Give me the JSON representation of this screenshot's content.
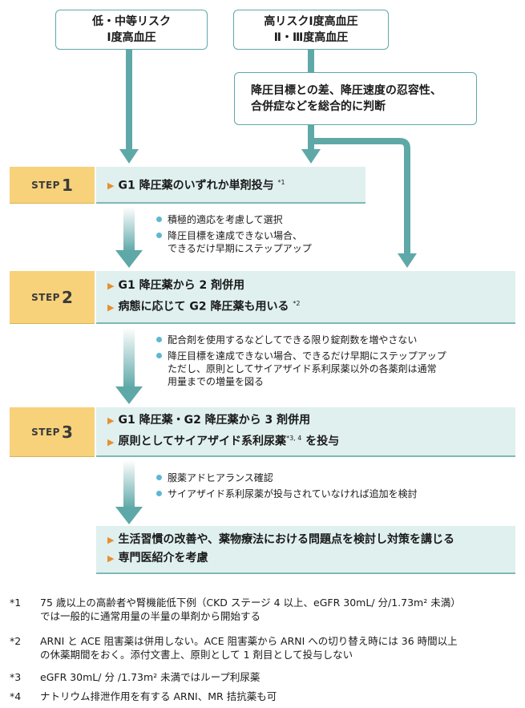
{
  "top": {
    "left_line1": "低・中等リスク",
    "left_line2": "Ⅰ度高血圧",
    "right_line1": "高リスクⅠ度高血圧",
    "right_line2": "Ⅱ・Ⅲ度高血圧",
    "assess_line1": "降圧目標との差、降圧速度の忍容性、",
    "assess_line2": "合併症などを総合的に判断"
  },
  "steps": [
    {
      "word": "STEP",
      "num": "1",
      "lines": [
        {
          "text": "G1 降圧薬のいずれか単剤投与",
          "sup": "*1",
          "tail": ""
        }
      ],
      "notes": [
        [
          "積極的適応を考慮して選択"
        ],
        [
          "降圧目標を達成できない場合、",
          "できるだけ早期にステップアップ"
        ]
      ]
    },
    {
      "word": "STEP",
      "num": "2",
      "lines": [
        {
          "text": "G1 降圧薬から 2 剤併用",
          "sup": "",
          "tail": ""
        },
        {
          "text": "病態に応じて G2 降圧薬も用いる",
          "sup": "*2",
          "tail": ""
        }
      ],
      "notes": [
        [
          "配合剤を使用するなどしてできる限り錠剤数を増やさない"
        ],
        [
          "降圧目標を達成できない場合、できるだけ早期にステップアップ",
          "ただし、原則としてサイアザイド系利尿薬以外の各薬剤は通常",
          "用量までの増量を図る"
        ]
      ]
    },
    {
      "word": "STEP",
      "num": "3",
      "lines": [
        {
          "text": "G1 降圧薬・G2 降圧薬から 3 剤併用",
          "sup": "",
          "tail": ""
        },
        {
          "text": "原則としてサイアザイド系利尿薬",
          "sup": "*3, 4",
          "tail": "を投与"
        }
      ],
      "notes": [
        [
          "服薬アドヒアランス確認"
        ],
        [
          "サイアザイド系利尿薬が投与されていなければ追加を検討"
        ]
      ]
    }
  ],
  "final": {
    "line1": "生活習慣の改善や、薬物療法における問題点を検討し対策を講じる",
    "line2": "専門医紹介を考慮"
  },
  "footnotes": [
    {
      "mark": "*1",
      "lines": [
        "75 歳以上の高齢者や腎機能低下例（CKD ステージ 4 以上、eGFR 30mL/ 分/1.73m² 未満）",
        "では一般的に通常用量の半量の単剤から開始する"
      ]
    },
    {
      "mark": "*2",
      "lines": [
        "ARNI と ACE 阻害薬は併用しない。ACE 阻害薬から ARNI への切り替え時には 36 時間以上",
        "の休薬期間をおく。添付文書上、原則として 1 剤目として投与しない"
      ]
    },
    {
      "mark": "*3",
      "lines": [
        "eGFR 30mL/ 分 /1.73m² 未満ではループ利尿薬"
      ]
    },
    {
      "mark": "*4",
      "lines": [
        "ナトリウム排泄作用を有する ARNI、MR 拮抗薬も可"
      ]
    }
  ],
  "colors": {
    "teal": "#5fa8a8",
    "step_label": "#f7d27a",
    "step_box": "#dff0ef",
    "triangle": "#e8902c",
    "bullet": "#5fb6d4"
  }
}
